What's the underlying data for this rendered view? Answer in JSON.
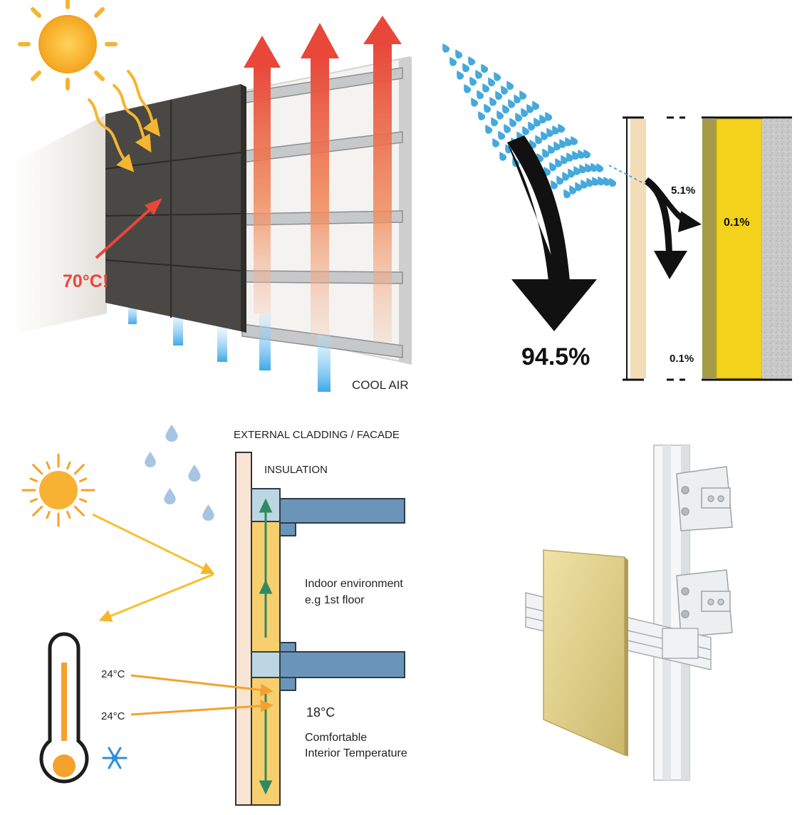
{
  "panel_top_left": {
    "hot_label": "70°C!",
    "cool_label": "COOL AIR"
  },
  "panel_top_right": {
    "main_percent": "94.5%",
    "cavity_percent": "5.1%",
    "insulation_percent": "0.1%",
    "bottom_percent": "0.1%"
  },
  "panel_bottom_left": {
    "cladding_label": "EXTERNAL CLADDING / FACADE",
    "insulation_label": "INSULATION",
    "indoor_line1": "Indoor environment",
    "indoor_line2": "e.g 1st floor",
    "temp_upper": "24°C",
    "temp_lower": "24°C",
    "temp_inside": "18°C",
    "comfort_line1": "Comfortable",
    "comfort_line2": "Interior Temperature"
  },
  "colors": {
    "sun": "#f5b52e",
    "heat_arrow": "#e8473a",
    "cool_air": "#3fa9e8",
    "rain": "#3fa9de",
    "panel_dark": "#4a4844",
    "insulation_yellow": "#f2d21a",
    "steel_blue": "#6b95b8",
    "thermo_orange": "#f5a12e"
  }
}
